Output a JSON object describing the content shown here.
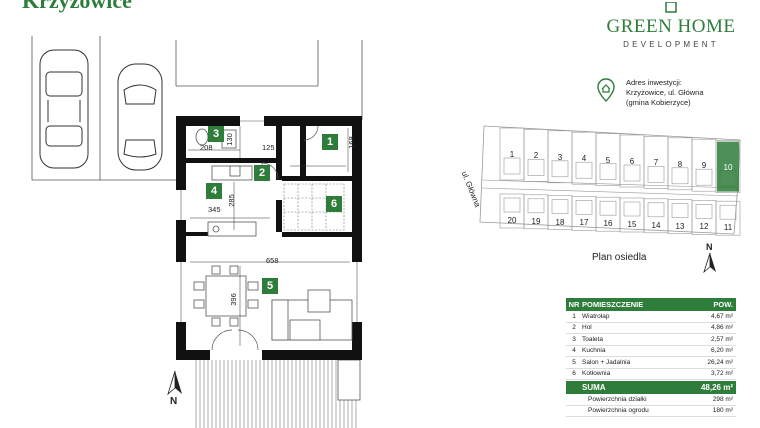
{
  "title": "Krzyżowice",
  "brand": {
    "name": "GREEN HOME",
    "sub": "DEVELOPMENT"
  },
  "address": {
    "line1": "Adres inwestycji:",
    "line2": "Krzyżowice, ul. Główna",
    "line3": "(gmina Kobierzyce)"
  },
  "site_plan": {
    "label": "Plan osiedla",
    "street": "ul. Główna",
    "north": "N",
    "top_lots": [
      "1",
      "2",
      "3",
      "4",
      "5",
      "6",
      "7",
      "8",
      "9",
      "10"
    ],
    "bottom_lots": [
      "20",
      "19",
      "18",
      "17",
      "16",
      "15",
      "14",
      "13",
      "12",
      "11"
    ],
    "highlight_lot": "10",
    "accent": "#2e7d3a"
  },
  "floor_plan": {
    "north": "N",
    "rooms": [
      "1",
      "2",
      "3",
      "4",
      "5",
      "6"
    ],
    "dimensions": {
      "d208": "208",
      "d130": "130",
      "d125": "125",
      "d168": "168",
      "d345": "345",
      "d285": "285",
      "d658": "658",
      "d396": "396"
    }
  },
  "table": {
    "headers": {
      "nr": "NR",
      "room": "POMIESZCZENIE",
      "area": "POW."
    },
    "rows": [
      {
        "nr": "1",
        "name": "Wiatrołap",
        "area": "4,67 m²"
      },
      {
        "nr": "2",
        "name": "Hol",
        "area": "4,86 m²"
      },
      {
        "nr": "3",
        "name": "Toaleta",
        "area": "2,57 m²"
      },
      {
        "nr": "4",
        "name": "Kuchnia",
        "area": "6,20 m²"
      },
      {
        "nr": "5",
        "name": "Salon + Jadalnia",
        "area": "26,24 m²"
      },
      {
        "nr": "6",
        "name": "Kotłownia",
        "area": "3,72 m²"
      }
    ],
    "sum": {
      "label": "SUMA",
      "value": "48,26 m²"
    },
    "extras": [
      {
        "name": "Powierzchnia działki",
        "value": "298 m²"
      },
      {
        "name": "Powierzchnia ogrodu",
        "value": "180 m²"
      }
    ]
  }
}
